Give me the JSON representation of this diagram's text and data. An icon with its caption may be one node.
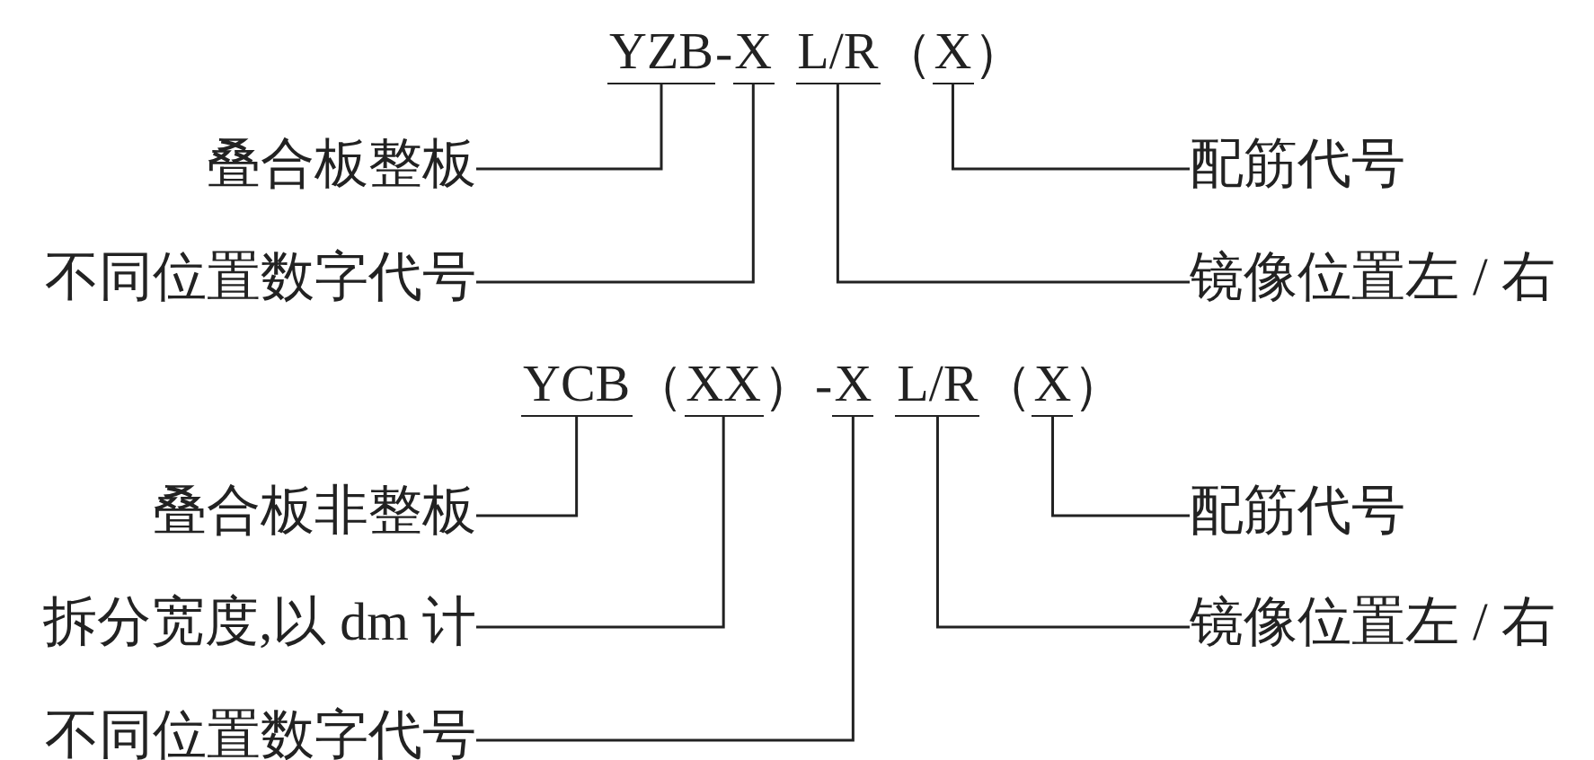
{
  "diagram": {
    "nodes": [
      {
        "text": [
          "YZB"
        ]
      },
      {
        "text": [
          "X"
        ]
      },
      {
        "text": [
          "L/R"
        ]
      },
      {
        "text": [
          "X"
        ]
      },
      {
        "text": [
          "叠合板整板"
        ]
      },
      {
        "text": [
          "不同位置数字代号"
        ]
      },
      {
        "text": [
          "配筋代号"
        ]
      },
      {
        "text": [
          "镜像位置左 / 右"
        ]
      },
      {
        "text": [
          "YCB"
        ]
      },
      {
        "text": [
          "XX"
        ]
      },
      {
        "text": [
          "X"
        ]
      },
      {
        "text": [
          "L/R"
        ]
      },
      {
        "text": [
          "X"
        ]
      },
      {
        "text": [
          "叠合板非整板"
        ]
      },
      {
        "text": [
          "拆分宽度,以 dm 计"
        ]
      },
      {
        "text": [
          "不同位置数字代号"
        ]
      },
      {
        "text": [
          "配筋代号"
        ]
      },
      {
        "text": [
          "镜像位置左 / 右"
        ]
      }
    ],
    "edges": [
      {
        "from": 4,
        "to": 0,
        "arrow": "none"
      },
      {
        "from": 5,
        "to": 1,
        "arrow": "none"
      },
      {
        "from": 6,
        "to": 3,
        "arrow": "none"
      },
      {
        "from": 7,
        "to": 2,
        "arrow": "none"
      },
      {
        "from": 13,
        "to": 8,
        "arrow": "none"
      },
      {
        "from": 14,
        "to": 9,
        "arrow": "none"
      },
      {
        "from": 15,
        "to": 10,
        "arrow": "none"
      },
      {
        "from": 16,
        "to": 12,
        "arrow": "none"
      },
      {
        "from": 17,
        "to": 11,
        "arrow": "none"
      }
    ],
    "labels": [
      "-",
      "（",
      "）",
      "（",
      "）",
      "-",
      "（",
      "）"
    ]
  }
}
